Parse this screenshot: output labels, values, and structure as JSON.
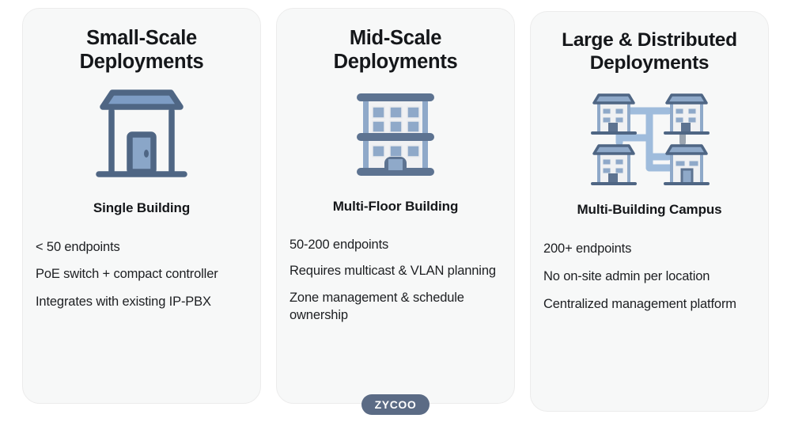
{
  "page": {
    "background_color": "#ffffff",
    "card_background": "#f7f8f8",
    "card_border_color": "#ececec",
    "heading_color": "#15171a",
    "body_text_color": "#1d1f22",
    "icon_outline_color": "#4f6684",
    "icon_fill_color": "#7d9cc4",
    "icon_light_fill_color": "#8fa9c9",
    "icon_facade_color": "#f0f1f3",
    "logo_badge_color": "#5b6b85"
  },
  "cards": [
    {
      "id": "small-scale",
      "title": "Small-Scale Deployments",
      "icon_name": "single-building-icon",
      "subtitle": "Single Building",
      "bullets": [
        "< 50 endpoints",
        "PoE switch + compact controller",
        "Integrates with existing IP-PBX"
      ]
    },
    {
      "id": "mid-scale",
      "title": "Mid-Scale Deployments",
      "icon_name": "multi-floor-building-icon",
      "subtitle": "Multi-Floor Building",
      "bullets": [
        "50-200 endpoints",
        "Requires multicast & VLAN planning",
        "Zone management & schedule ownership"
      ]
    },
    {
      "id": "large-distributed",
      "title": "Large & Distributed Deployments",
      "icon_name": "multi-building-campus-icon",
      "subtitle": "Multi-Building Campus",
      "bullets": [
        "200+ endpoints",
        "No on-site admin per location",
        "Centralized management platform"
      ]
    }
  ],
  "logo": {
    "text": "ZYCOO",
    "icon_name": "zycoo-logo"
  }
}
